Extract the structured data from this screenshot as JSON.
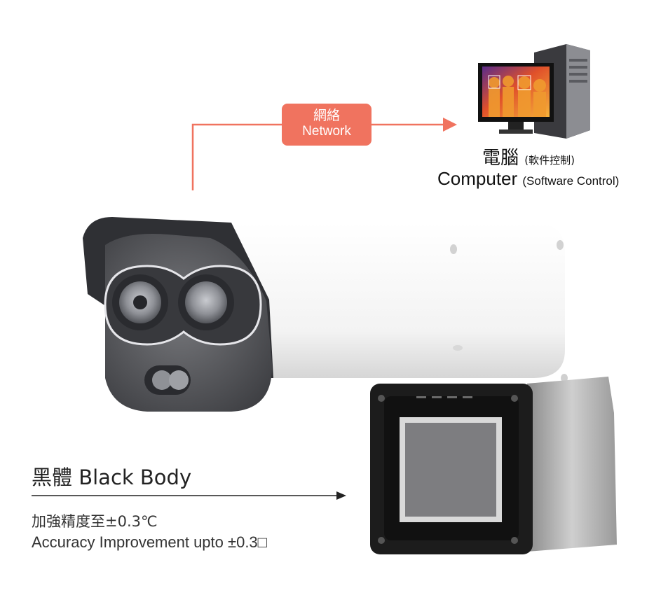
{
  "network": {
    "zh": "網絡",
    "en": "Network"
  },
  "computer": {
    "zh": "電腦",
    "zh_note": "(軟件控制)",
    "en": "Computer",
    "en_note": "(Software Control)"
  },
  "black_body": {
    "title": "黑體 Black Body",
    "zh_desc": "加強精度至±0.3℃",
    "en_desc": "Accuracy Improvement upto ±0.3□"
  },
  "colors": {
    "accent": "#f0735f",
    "camera_body": "#5a5b5f",
    "housing": "#f4f4f4",
    "black_frame": "#1c1c1c"
  }
}
